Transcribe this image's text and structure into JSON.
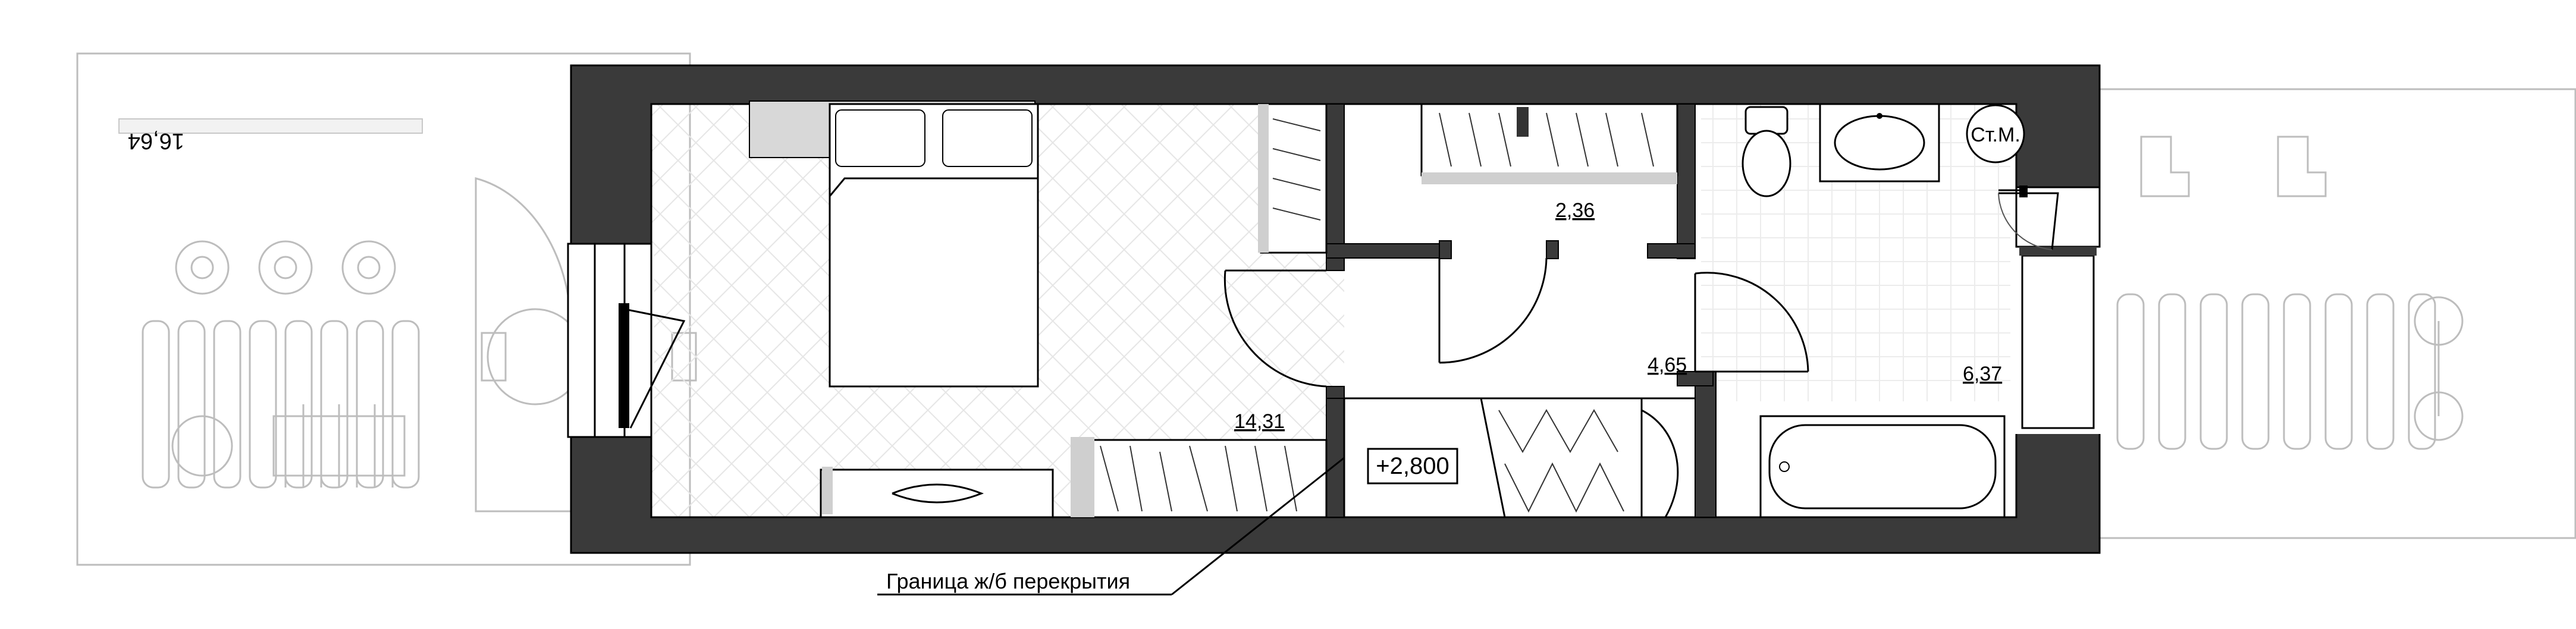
{
  "rooms": {
    "bedroom_area": "14,31",
    "wardrobe_area": "2,36",
    "hall_area": "4,65",
    "bathroom_area": "6,37"
  },
  "labels": {
    "washing_machine": "Ст.М.",
    "level_mark": "+2,800",
    "slab_boundary": "Граница ж/б перекрытия",
    "mirrored_dimension": "16,64"
  },
  "colors": {
    "wall": "#3a3a3a",
    "ghost": "#bdbdbd",
    "floor_pattern": "#e4e4e4"
  }
}
